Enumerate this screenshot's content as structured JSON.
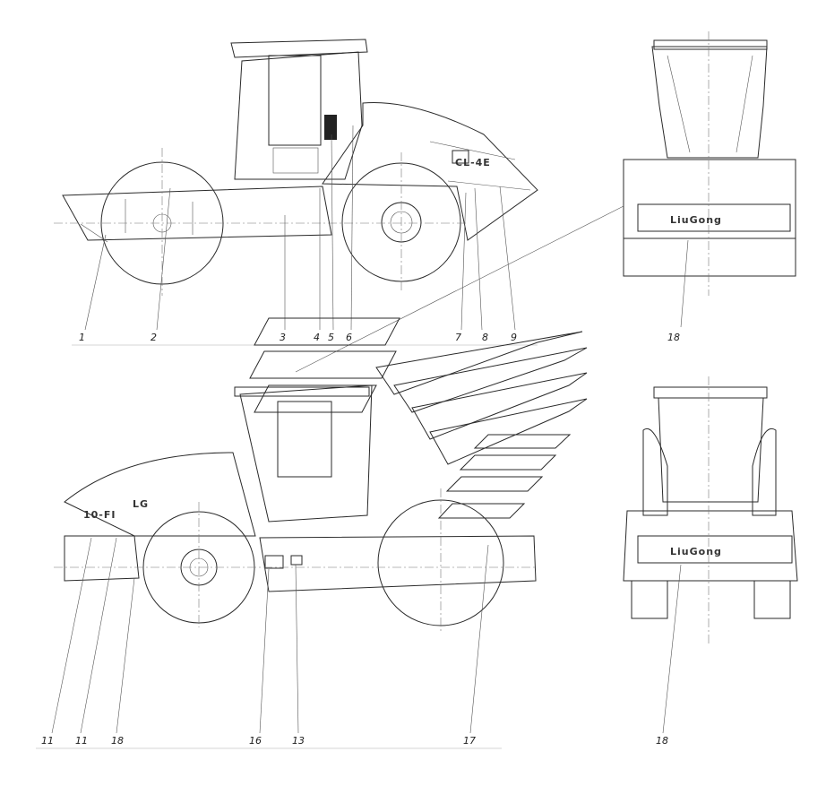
{
  "callouts_top": [
    "1",
    "2",
    "3",
    "4",
    "5",
    "6",
    "7",
    "8",
    "9"
  ],
  "callout_top_right": "18",
  "callouts_bottom": [
    "11",
    "11",
    "18",
    "16",
    "13",
    "17"
  ],
  "callout_bottom_right": "18",
  "brand_text": "LiuGong",
  "model_text_side_a": "CL-4E",
  "model_text_side_b": "10-FI",
  "logo_badge": "LG",
  "icons": [
    "logo-icon",
    "warning-decal-icon",
    "bolt-icon"
  ]
}
